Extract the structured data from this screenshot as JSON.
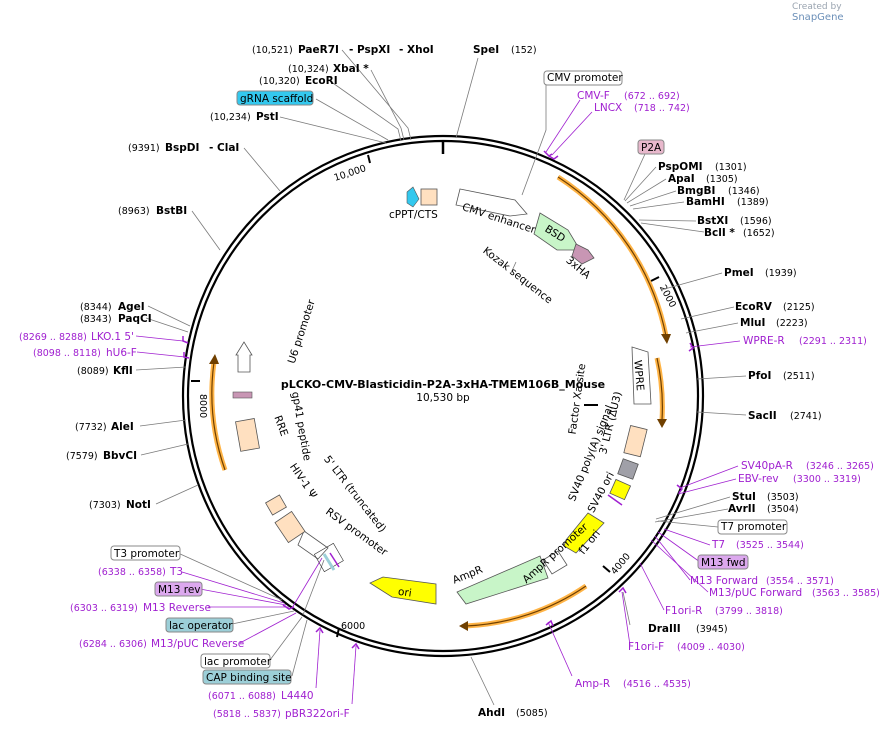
{
  "credit": {
    "prefix": "Created by",
    "brand": "SnapGene"
  },
  "plasmid": {
    "name": "pLCKO-CMV-Blasticidin-P2A-3xHA-TMEM106B_Mouse",
    "size": "10,530 bp"
  },
  "ticks": {
    "t2000": "2000",
    "t4000": "4000",
    "t6000": "6000",
    "t8000": "8000",
    "t10000": "10,000"
  },
  "sites": [
    {
      "pos": "(10,521)",
      "name": "PaeR7I"
    },
    {
      "pos": "",
      "name": "- PspXI"
    },
    {
      "pos": "",
      "name": "- XhoI"
    },
    {
      "pos": "(152)",
      "name": "SpeI"
    },
    {
      "pos": "(10,324)",
      "name": "XbaI *"
    },
    {
      "pos": "(10,320)",
      "name": "EcoRI"
    },
    {
      "pos": "(10,234)",
      "name": "PstI"
    },
    {
      "pos": "(9391)",
      "name": "BspDI"
    },
    {
      "pos": "",
      "name": "- ClaI"
    },
    {
      "pos": "(8963)",
      "name": "BstBI"
    },
    {
      "pos": "(8344)",
      "name": "AgeI"
    },
    {
      "pos": "(8343)",
      "name": "PaqCI"
    },
    {
      "pos": "(8089)",
      "name": "KflI"
    },
    {
      "pos": "(7732)",
      "name": "AleI"
    },
    {
      "pos": "(7579)",
      "name": "BbvCI"
    },
    {
      "pos": "(7303)",
      "name": "NotI"
    },
    {
      "pos": "(1301)",
      "name": "PspOMI"
    },
    {
      "pos": "(1305)",
      "name": "ApaI"
    },
    {
      "pos": "(1346)",
      "name": "BmgBI"
    },
    {
      "pos": "(1389)",
      "name": "BamHI"
    },
    {
      "pos": "(1596)",
      "name": "BstXI"
    },
    {
      "pos": "(1652)",
      "name": "BclI *"
    },
    {
      "pos": "(1939)",
      "name": "PmeI"
    },
    {
      "pos": "(2125)",
      "name": "EcoRV"
    },
    {
      "pos": "(2223)",
      "name": "MluI"
    },
    {
      "pos": "(2511)",
      "name": "PfoI"
    },
    {
      "pos": "(2741)",
      "name": "SacII"
    },
    {
      "pos": "(3503)",
      "name": "StuI"
    },
    {
      "pos": "(3504)",
      "name": "AvrII"
    },
    {
      "pos": "(3945)",
      "name": "DraIII"
    },
    {
      "pos": "(5085)",
      "name": "AhdI"
    }
  ],
  "primers": [
    {
      "name": "CMV-F",
      "pos": "(672 .. 692)"
    },
    {
      "name": "LNCX",
      "pos": "(718 .. 742)"
    },
    {
      "name": "WPRE-R",
      "pos": "(2291 .. 2311)"
    },
    {
      "name": "SV40pA-R",
      "pos": "(3246 .. 3265)"
    },
    {
      "name": "EBV-rev",
      "pos": "(3300 .. 3319)"
    },
    {
      "name": "T7",
      "pos": "(3525 .. 3544)"
    },
    {
      "name": "M13 Forward",
      "pos": "(3554 .. 3571)"
    },
    {
      "name": "M13/pUC Forward",
      "pos": "(3563 .. 3585)"
    },
    {
      "name": "F1ori-R",
      "pos": "(3799 .. 3818)"
    },
    {
      "name": "F1ori-F",
      "pos": "(4009 .. 4030)"
    },
    {
      "name": "Amp-R",
      "pos": "(4516 .. 4535)"
    },
    {
      "name": "pBR322ori-F",
      "pos": "(5818 .. 5837)"
    },
    {
      "name": "L4440",
      "pos": "(6071 .. 6088)"
    },
    {
      "name": "M13/pUC Reverse",
      "pos": "(6284 .. 6306)"
    },
    {
      "name": "M13 Reverse",
      "pos": "(6303 .. 6319)"
    },
    {
      "name": "T3",
      "pos": "(6338 .. 6358)"
    },
    {
      "name": "hU6-F",
      "pos": "(8098 .. 8118)"
    },
    {
      "name": "LKO.1 5'",
      "pos": "(8269 .. 8288)"
    }
  ],
  "boxes": {
    "cmv_promoter": "CMV promoter",
    "p2a": "P2A",
    "grna": "gRNA scaffold",
    "t7_promoter": "T7 promoter",
    "m13_fwd": "M13 fwd",
    "t3_promoter": "T3 promoter",
    "m13_rev": "M13 rev",
    "lac_operator": "lac operator",
    "lac_promoter": "lac promoter",
    "cap": "CAP binding site"
  },
  "features": {
    "cppt": "cPPT/CTS",
    "cmv_enh": "CMV enhancer",
    "kozak": "Kozak sequence",
    "bsd": "BSD",
    "ha": "3xHA",
    "wpre": "WPRE",
    "factor_xa": "Factor Xa site",
    "ltr3": "3' LTR (ΔU3)",
    "sv40pa": "SV40 poly(A) signal",
    "sv40ori": "SV40 ori",
    "f1ori": "f1 ori",
    "ampr_prom": "AmpR promoter",
    "ampr": "AmpR",
    "ori": "ori",
    "ltr5": "5' LTR (truncated)",
    "hiv": "HIV-1 Ψ",
    "rsv": "RSV promoter",
    "rre": "RRE",
    "gp41": "gp41 peptide",
    "u6": "U6 promoter"
  },
  "colors": {
    "bsd": "#c8f5c8",
    "ha": "#c896b4",
    "ori": "#ffff00",
    "ampr": "#c8f5c8",
    "grna": "#33c8ee",
    "p2a": "#e8b8cc",
    "m13": "#dca8ee",
    "lac": "#9ccfd8",
    "ltr": "#ffe0c0",
    "primer": "#a020d0",
    "orf": "#ffb446"
  }
}
